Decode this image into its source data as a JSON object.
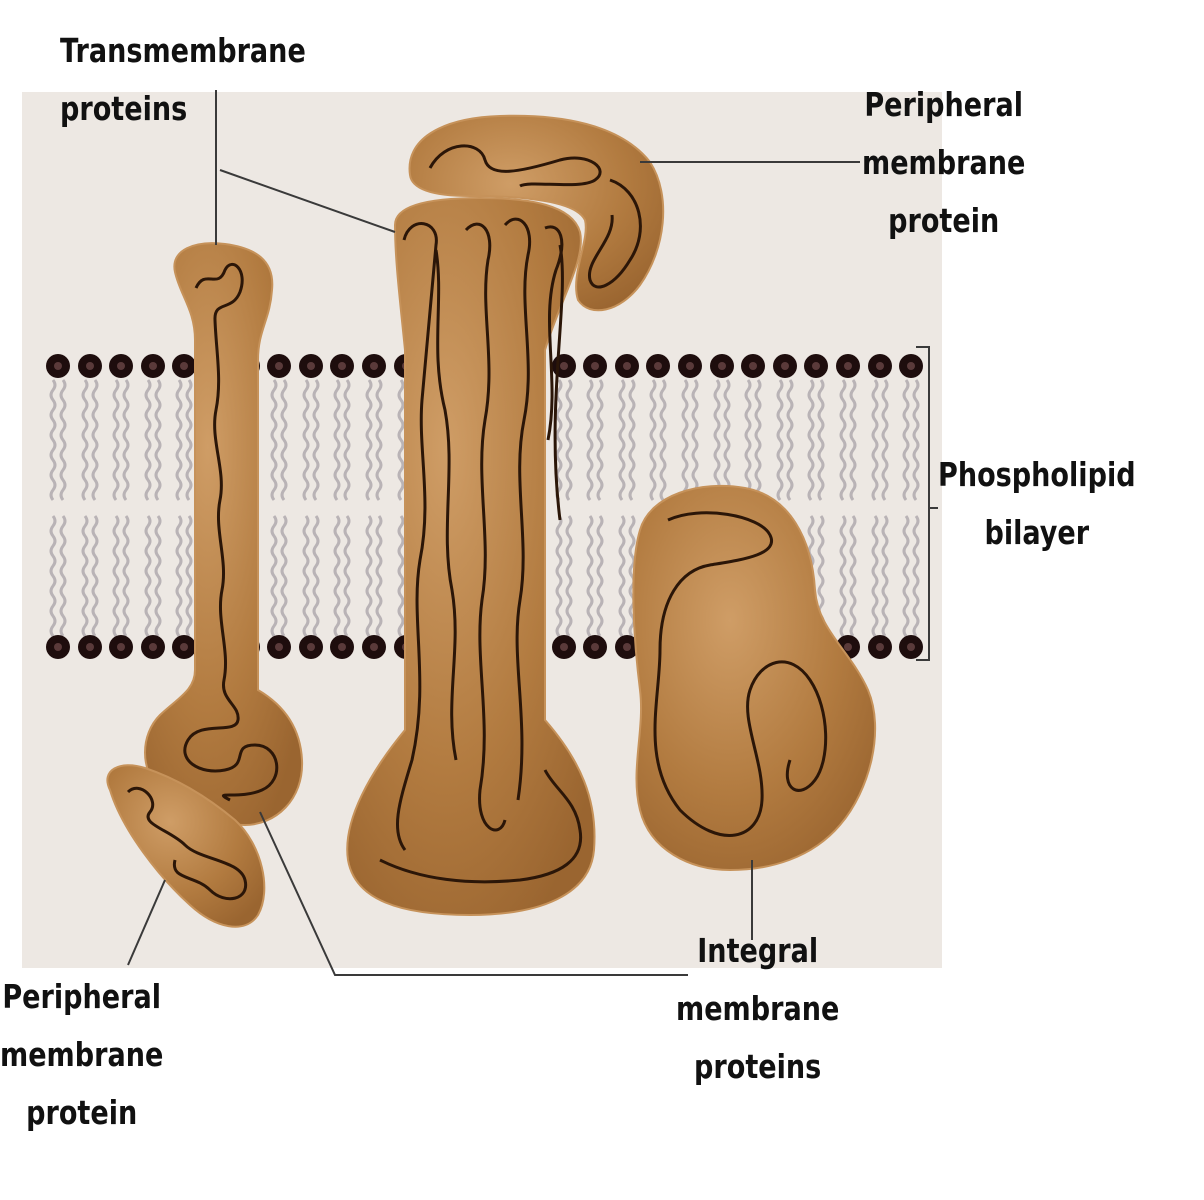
{
  "colors": {
    "background_panel": "#ede8e3",
    "protein_fill": "#b07a3e",
    "protein_highlight": "#c99660",
    "protein_stroke": "#2b1608",
    "lipid_head": "#1e0d0d",
    "lipid_tail": "#b9b3b6",
    "leader_line": "#3a3a3a"
  },
  "labels": {
    "transmembrane": [
      "Transmembrane",
      "proteins"
    ],
    "peripheral_top": [
      "Peripheral",
      "membrane",
      "protein"
    ],
    "phospholipid": [
      "Phospholipid",
      "bilayer"
    ],
    "peripheral_bottom": [
      "Peripheral",
      "membrane",
      "protein"
    ],
    "integral": [
      "Integral",
      "membrane",
      "proteins"
    ]
  }
}
